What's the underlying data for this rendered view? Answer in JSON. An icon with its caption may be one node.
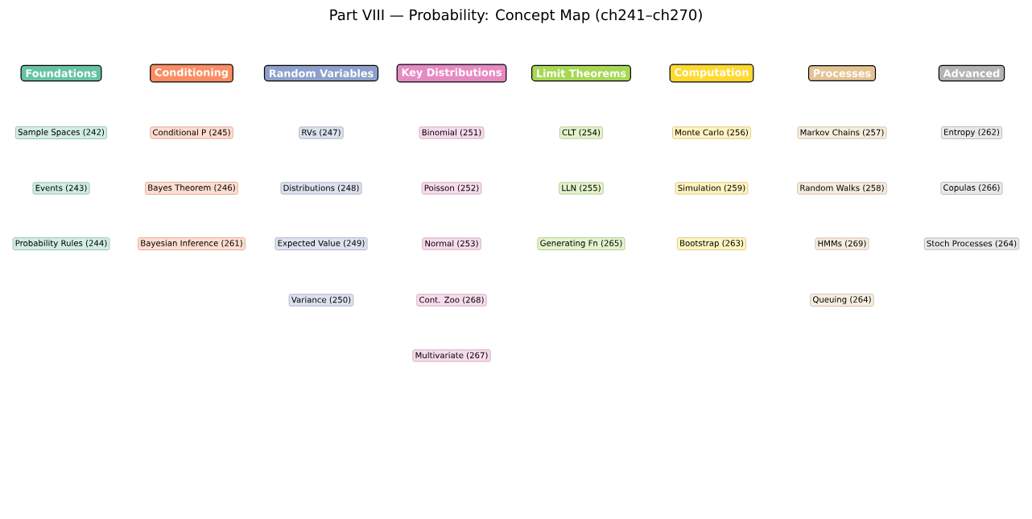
{
  "diagram": {
    "title": "Part VIII — Probability: Concept Map (ch241–ch270)",
    "nodes": [
      {
        "text": [
          "Foundations"
        ]
      },
      {
        "text": [
          "Conditioning"
        ]
      },
      {
        "text": [
          "Random Variables"
        ]
      },
      {
        "text": [
          "Key Distributions"
        ]
      },
      {
        "text": [
          "Limit Theorems"
        ]
      },
      {
        "text": [
          "Computation"
        ]
      },
      {
        "text": [
          "Processes"
        ]
      },
      {
        "text": [
          "Advanced"
        ]
      },
      {
        "text": [
          "Sample Spaces (242)"
        ]
      },
      {
        "text": [
          "Events (243)"
        ]
      },
      {
        "text": [
          "Probability Rules (244)"
        ]
      },
      {
        "text": [
          "Conditional P (245)"
        ]
      },
      {
        "text": [
          "Bayes Theorem (246)"
        ]
      },
      {
        "text": [
          "Bayesian Inference (261)"
        ]
      },
      {
        "text": [
          "RVs (247)"
        ]
      },
      {
        "text": [
          "Distributions (248)"
        ]
      },
      {
        "text": [
          "Expected Value (249)"
        ]
      },
      {
        "text": [
          "Variance (250)"
        ]
      },
      {
        "text": [
          "Binomial (251)"
        ]
      },
      {
        "text": [
          "Poisson (252)"
        ]
      },
      {
        "text": [
          "Normal (253)"
        ]
      },
      {
        "text": [
          "Cont. Zoo (268)"
        ]
      },
      {
        "text": [
          "Multivariate (267)"
        ]
      },
      {
        "text": [
          "CLT (254)"
        ]
      },
      {
        "text": [
          "LLN (255)"
        ]
      },
      {
        "text": [
          "Generating Fn (265)"
        ]
      },
      {
        "text": [
          "Monte Carlo (256)"
        ]
      },
      {
        "text": [
          "Simulation (259)"
        ]
      },
      {
        "text": [
          "Bootstrap (263)"
        ]
      },
      {
        "text": [
          "Markov Chains (257)"
        ]
      },
      {
        "text": [
          "Random Walks (258)"
        ]
      },
      {
        "text": [
          "HMMs (269)"
        ]
      },
      {
        "text": [
          "Queuing (264)"
        ]
      },
      {
        "text": [
          "Entropy (262)"
        ]
      },
      {
        "text": [
          "Copulas (266)"
        ]
      },
      {
        "text": [
          "Stoch Processes (264)"
        ]
      }
    ]
  }
}
